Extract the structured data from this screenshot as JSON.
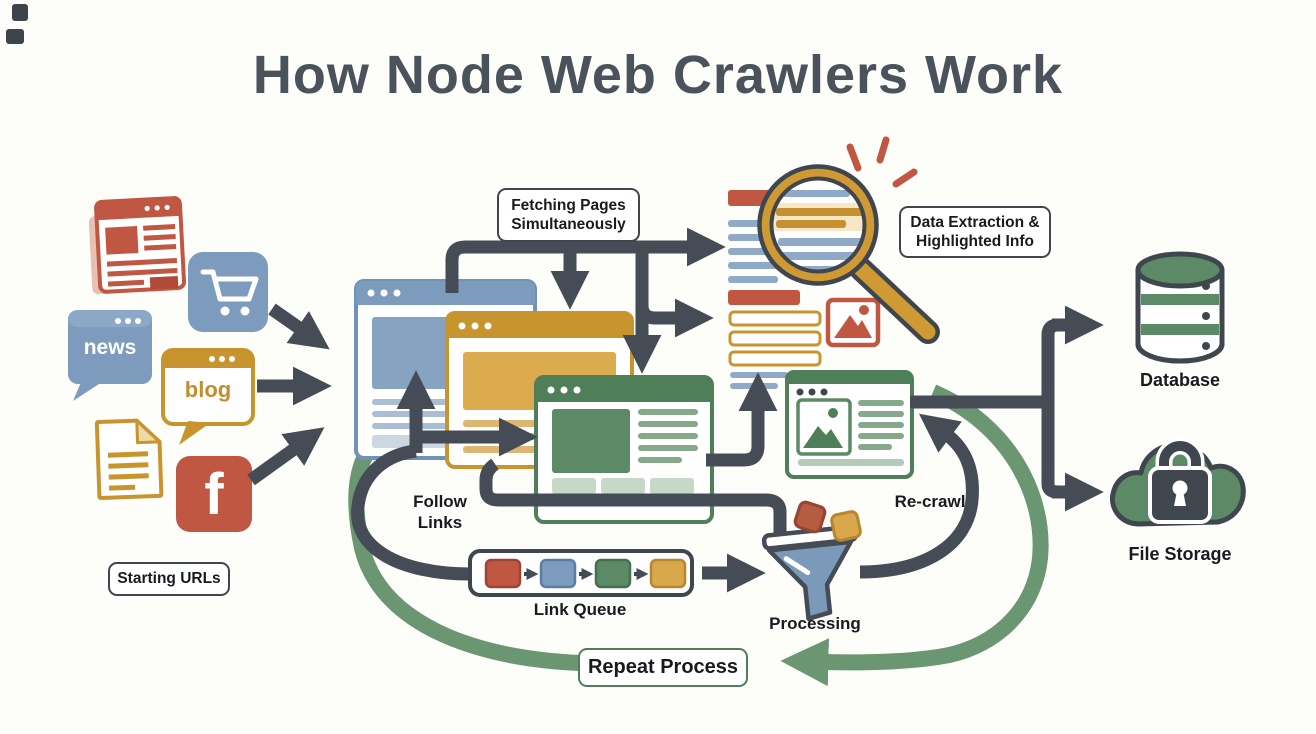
{
  "title": "How Node Web Crawlers Work",
  "sources": {
    "news_label": "news",
    "blog_label": "blog",
    "facebook_letter": "f",
    "caption": "Starting URLs"
  },
  "pipeline": {
    "fetching_label": "Fetching Pages\nSimultaneously",
    "extraction_label": "Data Extraction &\nHighlighted Info",
    "follow_links_label": "Follow\nLinks",
    "link_queue_label": "Link Queue",
    "processing_label": "Processing",
    "recrawl_label": "Re-crawl",
    "repeat_label": "Repeat Process"
  },
  "storage": {
    "database_label": "Database",
    "file_storage_label": "File Storage"
  },
  "icons": {
    "names": [
      "newspaper-icon",
      "shopping-cart-icon",
      "news-bubble-icon",
      "blog-bubble-icon",
      "document-icon",
      "facebook-icon",
      "browser-window-blue-icon",
      "browser-window-gold-icon",
      "browser-window-green-icon",
      "magnifier-icon",
      "sparkle-icon",
      "image-placeholder-icon",
      "webpage-card-icon",
      "funnel-icon",
      "link-queue-icon",
      "database-icon",
      "cloud-icon",
      "lock-icon"
    ]
  },
  "colors": {
    "background": "#fdfdfa",
    "ink": "#171b20",
    "title": "#4a525b",
    "arrow_dark": "#454c55",
    "arrow_green": "#6b9672",
    "red": "#c05742",
    "blue": "#7d9cbd",
    "gold": "#c8942e",
    "green": "#4f7f58"
  }
}
